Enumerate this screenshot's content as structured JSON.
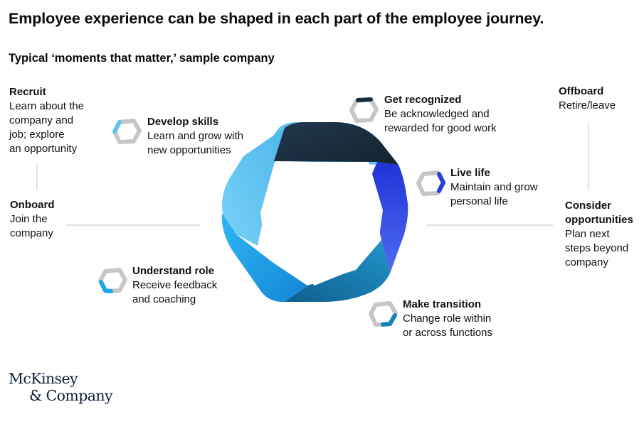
{
  "title": "Employee experience can be shaped in each part of the employee journey.",
  "subtitle": "Typical ‘moments that matter,’ sample company",
  "outer_stages": {
    "recruit": {
      "title": "Recruit",
      "desc": "Learn about the\ncompany and\njob; explore\nan opportunity"
    },
    "onboard": {
      "title": "Onboard",
      "desc": "Join the\ncompany"
    },
    "offboard": {
      "title": "Offboard",
      "desc": "Retire/leave"
    },
    "consider": {
      "title": "Consider\nopportunities",
      "desc": "Plan next\nsteps beyond\ncompany"
    }
  },
  "moments": [
    {
      "id": "develop",
      "title": "Develop skills",
      "desc": "Learn and grow with\nnew opportunities",
      "color": "#5cc3f0"
    },
    {
      "id": "recognized",
      "title": "Get recognized",
      "desc": "Be acknowledged and\nrewarded for good work",
      "color": "#1a2e42"
    },
    {
      "id": "livelife",
      "title": "Live life",
      "desc": "Maintain and grow\npersonal life",
      "color": "#2a3fdc"
    },
    {
      "id": "transition",
      "title": "Make transition",
      "desc": "Change role within\nor across functions",
      "color": "#1784b8"
    },
    {
      "id": "understand",
      "title": "Understand role",
      "desc": "Receive feedback\nand coaching",
      "color": "#1da6ea"
    }
  ],
  "colors": {
    "ring_dark": "#1a2e42",
    "ring_indigo": "#2a3fdc",
    "ring_teal": "#1784b8",
    "ring_blue": "#1da6ea",
    "ring_light": "#5cc3f0",
    "icon_gray": "#c6c6c6",
    "connector": "#cfcfcf"
  },
  "logo": {
    "line1": "McKinsey",
    "line2": "& Company"
  }
}
